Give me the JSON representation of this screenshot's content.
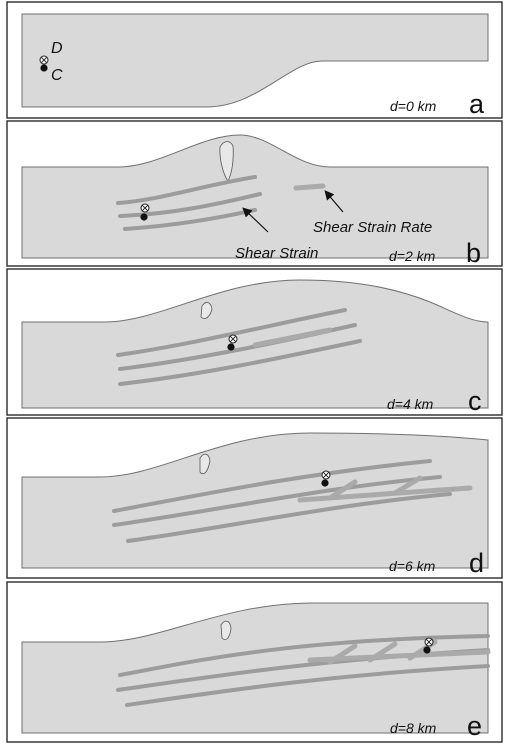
{
  "panels": [
    {
      "letter": "a",
      "displacement": "d=0 km",
      "point_d": "D",
      "point_c": "C"
    },
    {
      "letter": "b",
      "displacement": "d=2 km"
    },
    {
      "letter": "c",
      "displacement": "d=4 km"
    },
    {
      "letter": "d",
      "displacement": "d=6 km"
    },
    {
      "letter": "e",
      "displacement": "d=8 km"
    }
  ],
  "annotations": {
    "shear_strain": "Shear Strain",
    "shear_strain_rate": "Shear Strain Rate"
  }
}
